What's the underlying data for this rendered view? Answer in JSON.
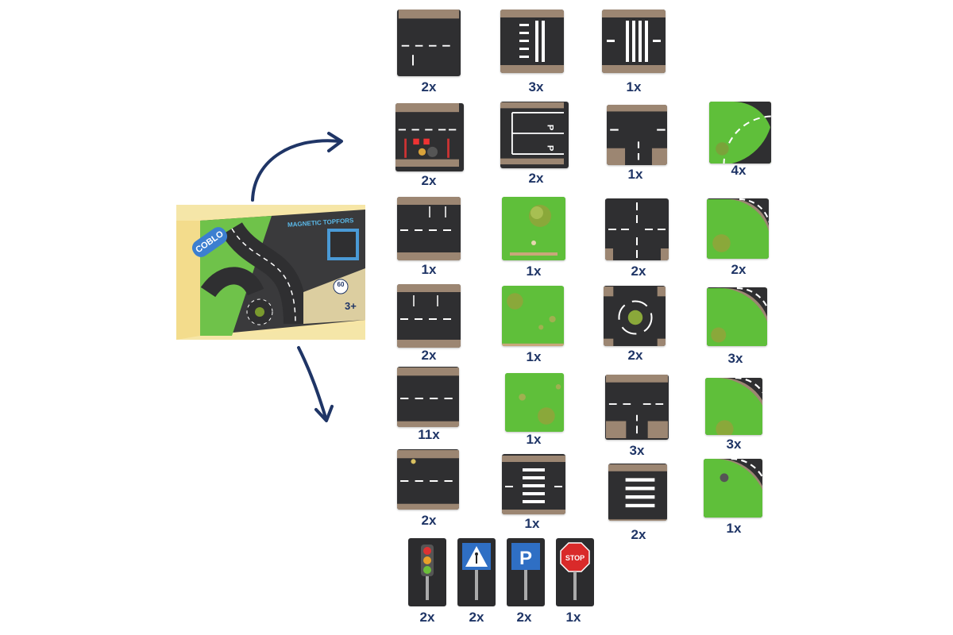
{
  "product_box": {
    "logo": "COBLO",
    "title": "MAGNETIC TOPFORS",
    "pieces": "60",
    "age": "3+"
  },
  "tiles": [
    {
      "id": "r1c1",
      "count": "2x"
    },
    {
      "id": "r1c2",
      "count": "3x"
    },
    {
      "id": "r1c3",
      "count": "1x"
    },
    {
      "id": "r2c1",
      "count": "2x"
    },
    {
      "id": "r2c2",
      "count": "2x"
    },
    {
      "id": "r2c3",
      "count": "1x"
    },
    {
      "id": "r2c4",
      "count": "4x"
    },
    {
      "id": "r3c1",
      "count": "1x"
    },
    {
      "id": "r3c2",
      "count": "1x"
    },
    {
      "id": "r3c3",
      "count": "2x"
    },
    {
      "id": "r3c4",
      "count": "2x"
    },
    {
      "id": "r4c1",
      "count": "2x"
    },
    {
      "id": "r4c2",
      "count": "1x"
    },
    {
      "id": "r4c3",
      "count": "2x"
    },
    {
      "id": "r4c4",
      "count": "3x"
    },
    {
      "id": "r5c1",
      "count": "11x"
    },
    {
      "id": "r5c2",
      "count": "1x"
    },
    {
      "id": "r5c3",
      "count": "3x"
    },
    {
      "id": "r5c4",
      "count": "3x"
    },
    {
      "id": "r6c1",
      "count": "2x"
    },
    {
      "id": "r6c2",
      "count": "1x"
    },
    {
      "id": "r6c3",
      "count": "2x"
    },
    {
      "id": "r6c4",
      "count": "1x"
    }
  ],
  "signs": [
    {
      "name": "traffic-light",
      "count": "2x"
    },
    {
      "name": "pedestrian-crossing-sign",
      "count": "2x"
    },
    {
      "name": "parking-sign",
      "count": "2x",
      "label": "P"
    },
    {
      "name": "stop-sign",
      "count": "1x",
      "label": "STOP"
    }
  ],
  "colors": {
    "road": "#2f2f31",
    "grass": "#5fbf3a",
    "brick": "#9c8672",
    "count_text": "#1f3566",
    "arrow": "#1f3566"
  }
}
